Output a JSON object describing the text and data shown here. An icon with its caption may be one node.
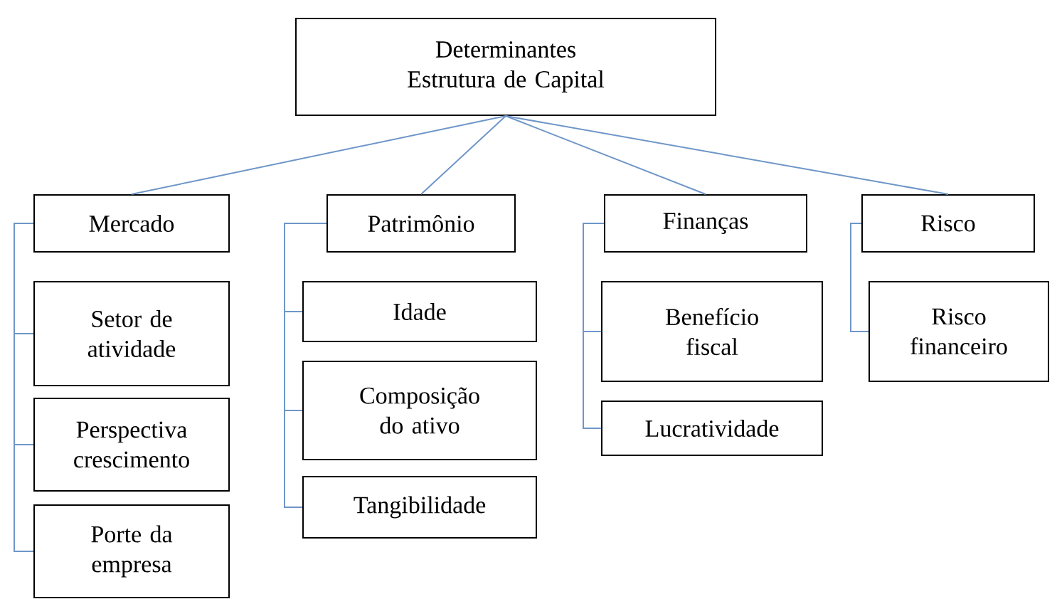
{
  "diagram": {
    "nodes": [
      {
        "text": [
          "Determinantes Estrutura de Capital"
        ]
      },
      {
        "text": [
          "Mercado"
        ]
      },
      {
        "text": [
          "Setor de atividade"
        ]
      },
      {
        "text": [
          "Perspectiva crescimento"
        ]
      },
      {
        "text": [
          "Porte da empresa"
        ]
      },
      {
        "text": [
          "Patrimônio"
        ]
      },
      {
        "text": [
          "Idade"
        ]
      },
      {
        "text": [
          "Composição do ativo"
        ]
      },
      {
        "text": [
          "Tangibilidade"
        ]
      },
      {
        "text": [
          "Finanças"
        ]
      },
      {
        "text": [
          "Benefício fiscal"
        ]
      },
      {
        "text": [
          "Lucratividade"
        ]
      },
      {
        "text": [
          "Risco"
        ]
      },
      {
        "text": [
          "Risco financeiro"
        ]
      }
    ],
    "edges": [
      {
        "from": 0,
        "to": 1,
        "arrow": "none"
      },
      {
        "from": 0,
        "to": 5,
        "arrow": "none"
      },
      {
        "from": 0,
        "to": 9,
        "arrow": "none"
      },
      {
        "from": 0,
        "to": 12,
        "arrow": "none"
      },
      {
        "from": 1,
        "to": 2,
        "arrow": "none"
      },
      {
        "from": 1,
        "to": 3,
        "arrow": "none"
      },
      {
        "from": 1,
        "to": 4,
        "arrow": "none"
      },
      {
        "from": 5,
        "to": 6,
        "arrow": "none"
      },
      {
        "from": 5,
        "to": 7,
        "arrow": "none"
      },
      {
        "from": 5,
        "to": 8,
        "arrow": "none"
      },
      {
        "from": 9,
        "to": 10,
        "arrow": "none"
      },
      {
        "from": 9,
        "to": 11,
        "arrow": "none"
      },
      {
        "from": 12,
        "to": 13,
        "arrow": "none"
      }
    ]
  }
}
